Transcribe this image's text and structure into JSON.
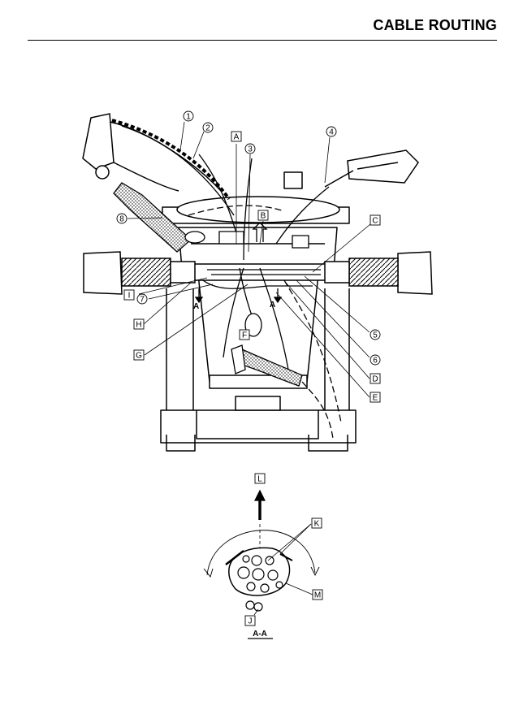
{
  "header": {
    "title": "CABLE ROUTING"
  },
  "callouts": {
    "n1": "1",
    "n2": "2",
    "n3": "3",
    "n4": "4",
    "n5": "5",
    "n6": "6",
    "n7": "7",
    "n8": "8",
    "A": "A",
    "B": "B",
    "C": "C",
    "D": "D",
    "E": "E",
    "F": "F",
    "G": "G",
    "H": "H",
    "I": "I",
    "J": "J",
    "K": "K",
    "L": "L",
    "M": "M"
  },
  "section_marks": {
    "a_left": "A",
    "a_right": "A"
  },
  "section_view": {
    "title": "A-A"
  }
}
